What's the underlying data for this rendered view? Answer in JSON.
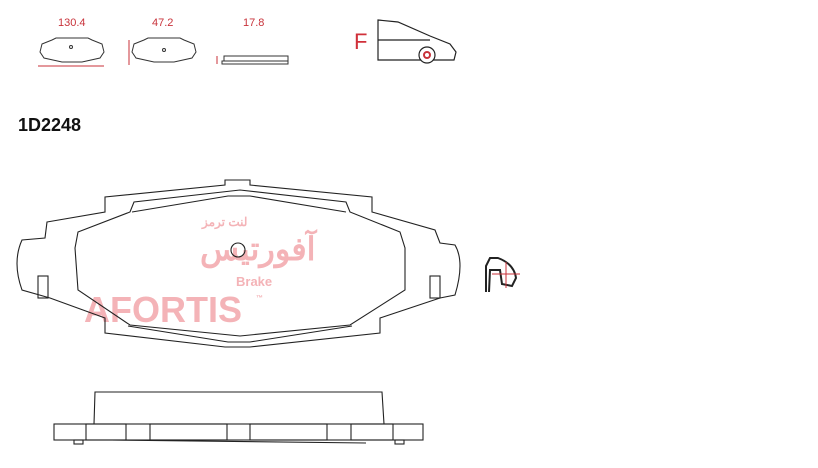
{
  "dimensions": {
    "length": "130.4",
    "height": "47.2",
    "thickness": "17.8"
  },
  "position_label": "F",
  "part_number": "1D2248",
  "watermark": {
    "persian_top": "لنت ترمز",
    "persian_brand": "آفورتیس",
    "brake": "Brake",
    "brand": "AFORTIS",
    "trademark": "™"
  },
  "colors": {
    "dimension": "#c8323a",
    "watermark": "#f4b3b7",
    "line": "#222222"
  }
}
